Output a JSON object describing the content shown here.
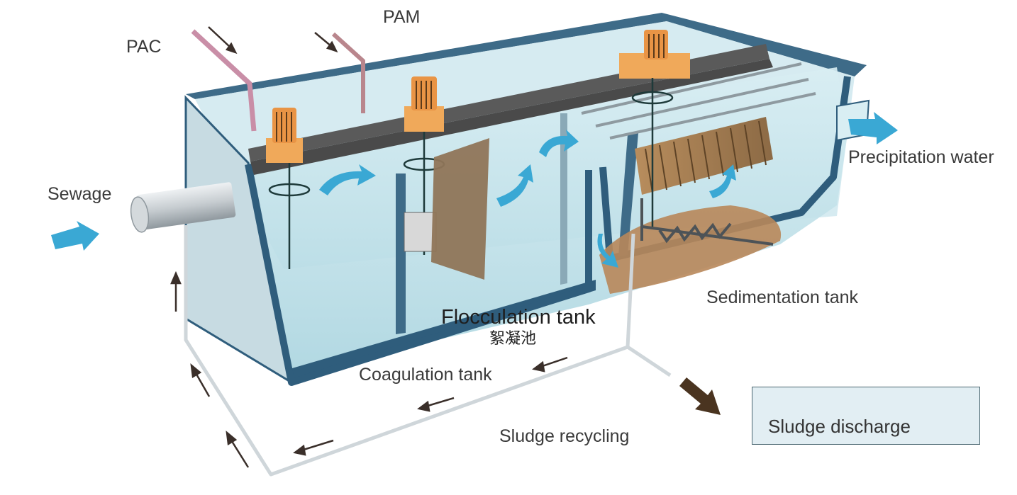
{
  "labels": {
    "pac": "PAC",
    "pam": "PAM",
    "sewage": "Sewage",
    "precipitation_water": "Precipitation water",
    "sedimentation_tank": "Sedimentation tank",
    "flocculation_tank": "Flocculation  tank",
    "flocculation_tank_cn": "絮凝池",
    "coagulation_tank": "Coagulation tank",
    "sludge_recycling": "Sludge recycling",
    "sludge_discharge": "Sludge discharge"
  },
  "colors": {
    "water": "#bfe2ea",
    "tank_wall": "#2f5d7c",
    "flow_arrow": "#3aa8d4",
    "beam": "#4a4a4a",
    "motor": "#f0a95a",
    "sludge": "#b8875a",
    "pipe": "#cfd6da",
    "pac_pipe": "#c98ea7",
    "pam_pipe": "#b9868d",
    "flow_dark": "#3a2f2a"
  },
  "icons": {
    "inlet_arrow": "arrow-right-icon",
    "outlet_arrow": "arrow-right-icon",
    "discharge_arrow": "arrow-down-right-icon",
    "rotation": "rotate-icon"
  }
}
